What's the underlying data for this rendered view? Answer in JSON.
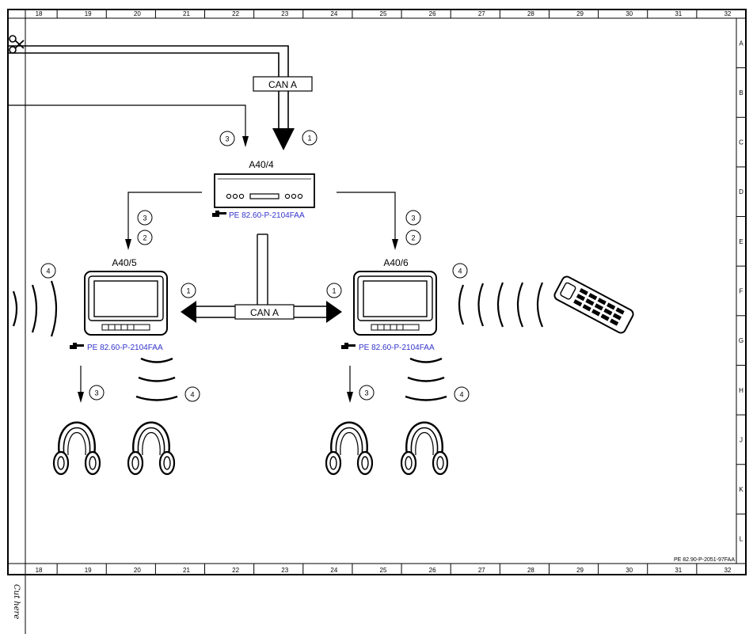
{
  "ruler": {
    "columns": [
      "18",
      "19",
      "20",
      "21",
      "22",
      "23",
      "24",
      "25",
      "26",
      "27",
      "28",
      "29",
      "30",
      "31",
      "32"
    ],
    "rows": [
      "A",
      "B",
      "C",
      "D",
      "E",
      "F",
      "G",
      "H",
      "J",
      "K",
      "L"
    ]
  },
  "can_bus": {
    "top_label": "CAN A",
    "middle_label": "CAN A"
  },
  "components": {
    "dvd_player": {
      "label": "A40/4",
      "ref": "PE 82.60-P-2104FAA"
    },
    "left_display": {
      "label": "A40/5",
      "ref": "PE 82.60-P-2104FAA"
    },
    "right_display": {
      "label": "A40/6",
      "ref": "PE 82.60-P-2104FAA"
    }
  },
  "callouts": {
    "top_left": "3",
    "top_right": "1",
    "dvd_left_a": "3",
    "dvd_left_b": "2",
    "dvd_right_a": "3",
    "dvd_right_b": "2",
    "left_ir": "4",
    "left_can": "1",
    "right_can": "1",
    "right_ir": "4",
    "left_headphone_wire": "3",
    "left_headphone_ir": "4",
    "right_headphone_wire": "3",
    "right_headphone_ir": "4"
  },
  "footer": {
    "doc_id": "PE 82.90-P-2051-97FAA",
    "cut_text": "Cut here"
  },
  "icons": {
    "scissors": "scissors-icon",
    "pointer": "pointing-hand-icon",
    "remote": "remote-control-icon",
    "headphones": "headphones-icon"
  }
}
